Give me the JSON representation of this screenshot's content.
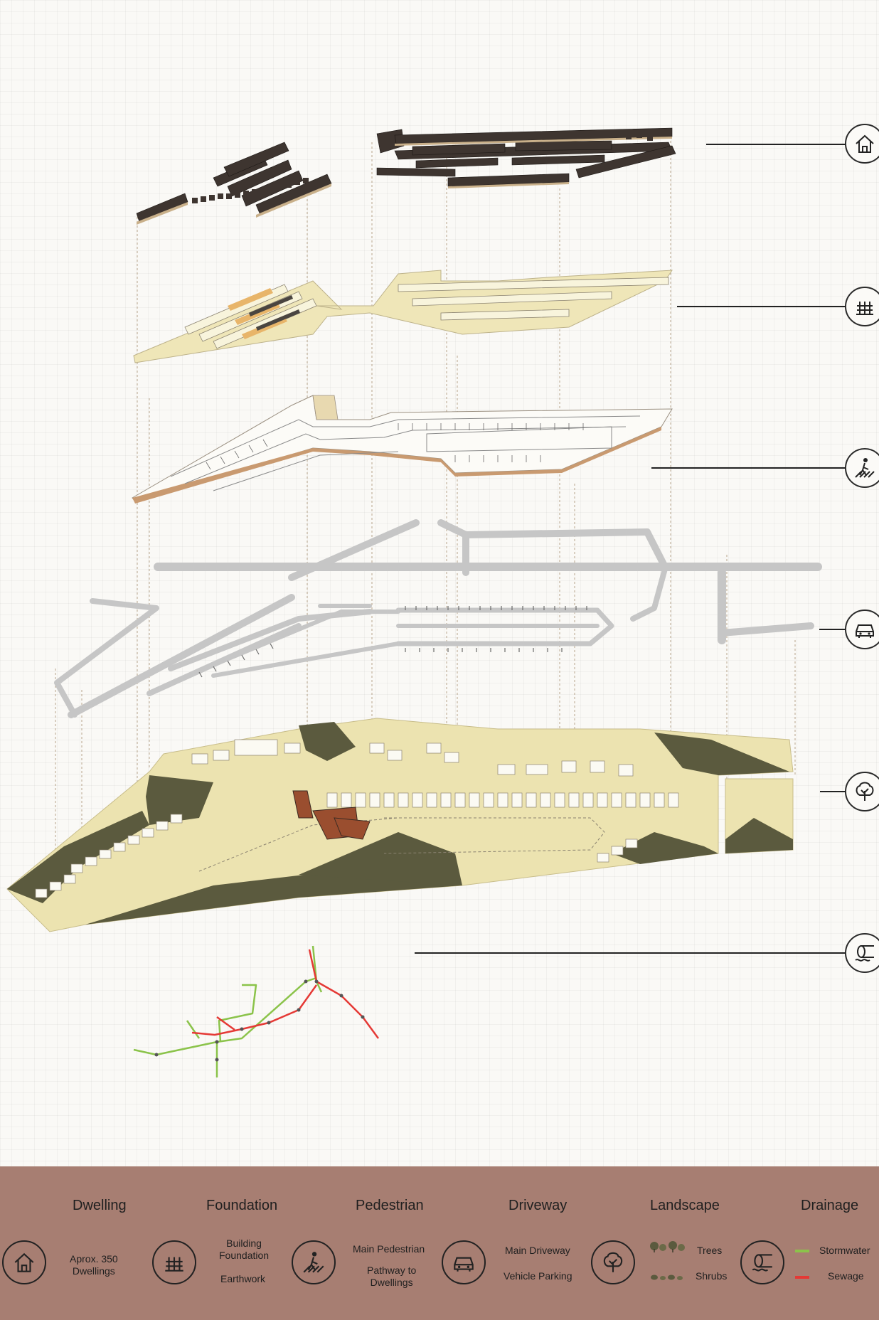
{
  "legend": {
    "dwelling": {
      "title": "Dwelling",
      "icon": "house-icon",
      "text": "Aprox. 350\nDwellings"
    },
    "foundation": {
      "title": "Foundation",
      "icon": "foundation-icon",
      "item1": "Building\nFoundation",
      "item2": "Earthwork"
    },
    "pedestrian": {
      "title": "Pedestrian",
      "icon": "pedestrian-icon",
      "item1": "Main Pedestrian",
      "item2": "Pathway to\nDwellings"
    },
    "driveway": {
      "title": "Driveway",
      "icon": "car-icon",
      "item1": "Main Driveway",
      "item2": "Vehicle Parking"
    },
    "landscape": {
      "title": "Landscape",
      "icon": "tree-icon",
      "item1": "Trees",
      "item2": "Shrubs"
    },
    "drainage": {
      "title": "Drainage",
      "icon": "pipe-icon",
      "item1": "Stormwater",
      "item2": "Sewage"
    }
  },
  "colors": {
    "legend_bg": "#a77e72",
    "stormwater": "#8bc34a",
    "sewage": "#e53935",
    "foundation_fill": "#efe6b8",
    "landscape_fill": "#ece3b0",
    "tree": "#5b5a3e",
    "road": "#c6c6c6",
    "dwelling": "#3e3530"
  }
}
